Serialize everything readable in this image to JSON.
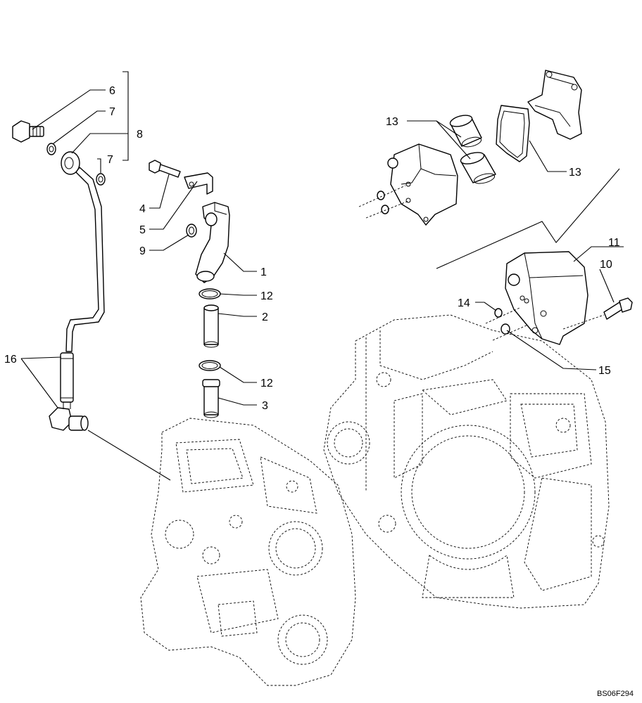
{
  "callouts": {
    "c1": "1",
    "c2": "2",
    "c3": "3",
    "c4": "4",
    "c5": "5",
    "c6": "6",
    "c7a": "7",
    "c7b": "7",
    "c8": "8",
    "c9": "9",
    "c10": "10",
    "c11": "11",
    "c12a": "12",
    "c12b": "12",
    "c13a": "13",
    "c13b": "13",
    "c14": "14",
    "c15": "15",
    "c16": "16"
  },
  "figure_ref": "BS06F294"
}
